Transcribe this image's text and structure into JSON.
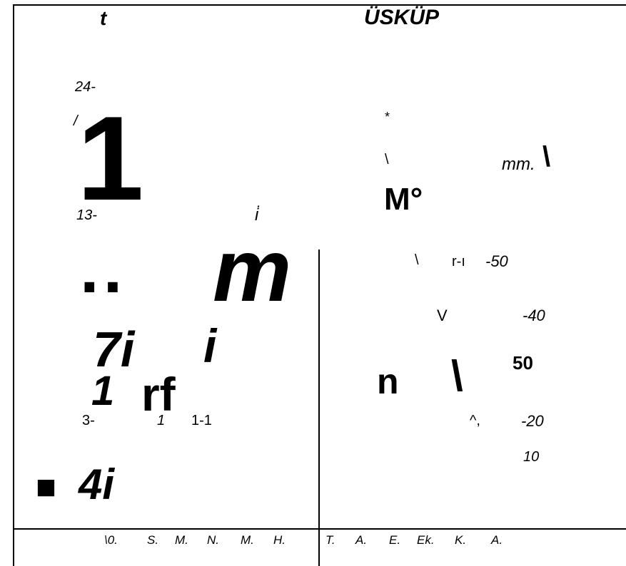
{
  "header": {
    "left_mark": "t",
    "title": "ÜSKÜP"
  },
  "left_panel": {
    "tick_24": "24-",
    "slash": "/",
    "big_one": "1",
    "tick_13": "13-",
    "dotted_i": "i̇"
  },
  "right_top": {
    "star": "*",
    "backslash": "\\",
    "mm_label": "mm.",
    "big_backslash": "\\",
    "m_degree": "M°"
  },
  "lower_left": {
    "dots": "..",
    "m_glyph": "m",
    "seven_i": "7i",
    "slanted_i": "i",
    "one": "1",
    "rf": "rf",
    "tick_3": "3-",
    "small_one": "1",
    "one_dash_one": "1-1",
    "square": "■",
    "four_i": "4i"
  },
  "right_scale": {
    "backslash_small": "\\",
    "r_i": "r-ı",
    "minus_50": "-50",
    "v_glyph": "V",
    "minus_40": "-40",
    "n_glyph": "n",
    "backslash_bold": "\\",
    "fifty": "50",
    "caret": "^,",
    "minus_20": "-20",
    "ten": "10"
  },
  "footer": {
    "left_labels": [
      "\\0.",
      "S.",
      "M.",
      "N.",
      "M.",
      "H."
    ],
    "right_labels": [
      "T.",
      "A.",
      "E.",
      "Ek.",
      "K.",
      "A."
    ]
  }
}
